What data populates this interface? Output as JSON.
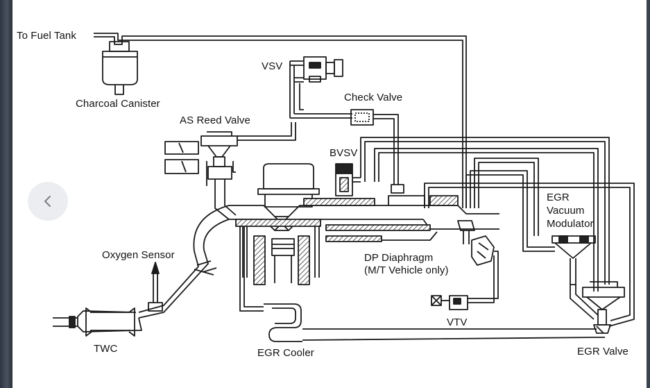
{
  "labels": {
    "fuel_tank": "To Fuel Tank",
    "charcoal_canister": "Charcoal Canister",
    "vsv": "VSV",
    "check_valve": "Check Valve",
    "as_reed_valve": "AS Reed Valve",
    "bvsv": "BVSV",
    "egr_vacuum_modulator_1": "EGR",
    "egr_vacuum_modulator_2": "Vacuum",
    "egr_vacuum_modulator_3": "Modulator",
    "oxygen_sensor": "Oxygen Sensor",
    "dp_diaphragm_1": "DP Diaphragm",
    "dp_diaphragm_2": "(M/T Vehicle only)",
    "twc": "TWC",
    "egr_cooler": "EGR Cooler",
    "vtv": "VTV",
    "egr_valve": "EGR Valve"
  },
  "nav": {
    "prev_icon": "chevron-left-icon"
  },
  "colors": {
    "line": "#1a1a1a",
    "fill_dark": "#222222",
    "hatch": "#444444",
    "nav_bg": "#e8eaed"
  }
}
